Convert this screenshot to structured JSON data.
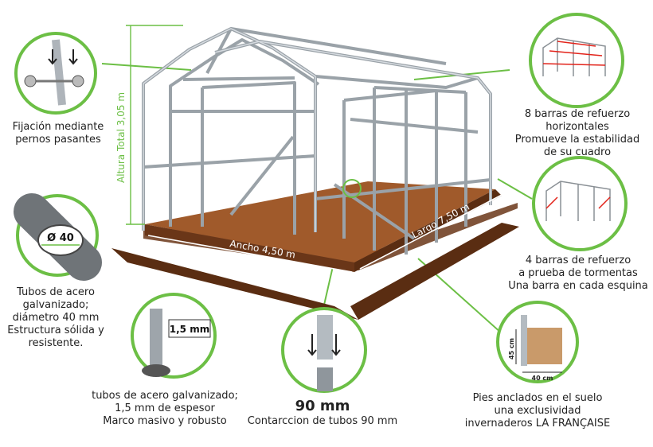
{
  "dimensions": {
    "height": "Altura Total 3,05 m",
    "width": "Ancho 4,50 m",
    "length": "Largo 7,50 m"
  },
  "callouts": {
    "bolts": {
      "lines": [
        "Fijación mediante",
        "pernos pasantes"
      ]
    },
    "diameter": {
      "badge": "Ø 40",
      "lines": [
        "Tubos de acero",
        "galvanizado;",
        "diámetro 40 mm",
        "Estructura sólida y",
        "resistente."
      ]
    },
    "thickness": {
      "badge": "1,5 mm",
      "lines": [
        "tubos de acero galvanizado;",
        "1,5 mm de espesor",
        "Marco masivo y robusto"
      ]
    },
    "joint": {
      "title": "90 mm",
      "lines": [
        "Contarccion de tubos 90 mm"
      ]
    },
    "anchor": {
      "dim_depth": "45 cm",
      "dim_width": "40 cm",
      "lines": [
        "Pies anclados en el suelo",
        "una exclusividad",
        "invernaderos LA FRANÇAISE"
      ]
    },
    "horizontal_bars": {
      "lines": [
        "8 barras de refuerzo",
        "horizontales",
        "Promueve la estabilidad",
        "de su cuadro"
      ]
    },
    "storm_bars": {
      "lines": [
        "4 barras de refuerzo",
        "a prueba de tormentas",
        "Una barra en cada esquina"
      ]
    }
  },
  "colors": {
    "accent": "#6cbf45",
    "soil": "#8b4a22",
    "steel": "#c9ced3",
    "brace": "#e2231a"
  }
}
